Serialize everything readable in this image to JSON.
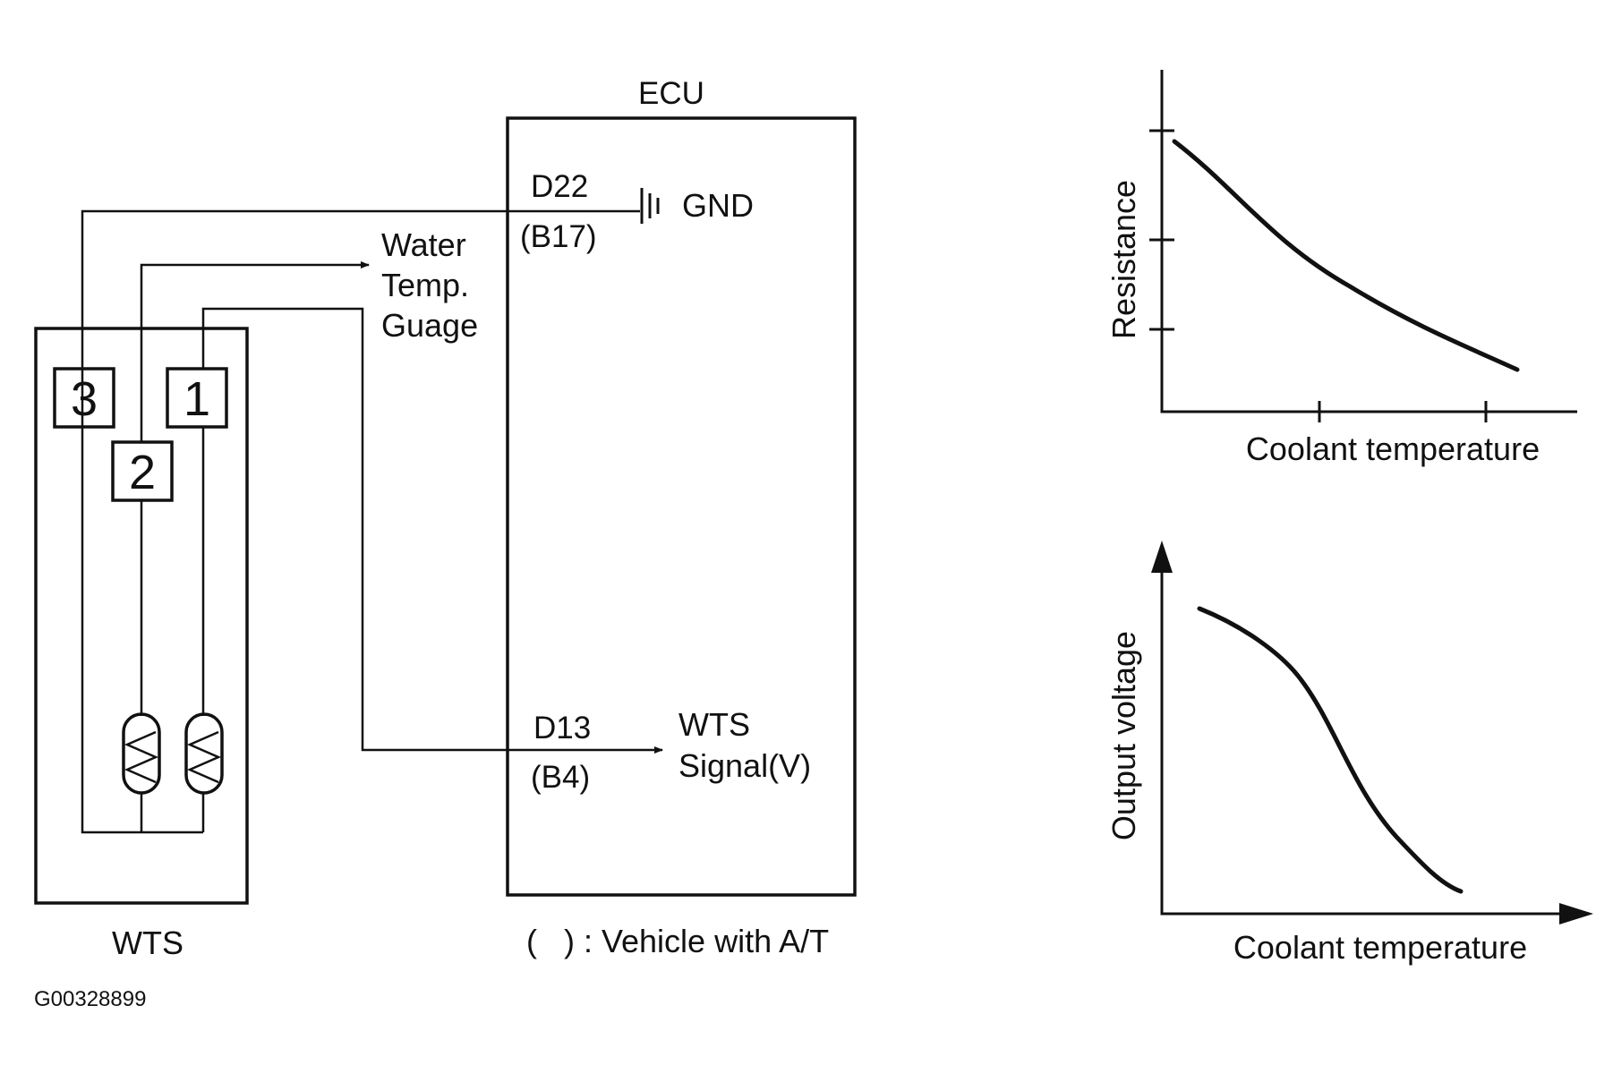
{
  "ecu": {
    "label": "ECU",
    "gnd_pin": "D22",
    "gnd_pin_at": "(B17)",
    "gnd_label": "GND",
    "signal_pin": "D13",
    "signal_pin_at": "(B4)",
    "signal_label_line1": "WTS",
    "signal_label_line2": "Signal(V)"
  },
  "gauge": {
    "line1": "Water",
    "line2": "Temp.",
    "line3": "Guage"
  },
  "sensor": {
    "label": "WTS",
    "terminals": [
      "3",
      "2",
      "1"
    ]
  },
  "note": "(   ) : Vehicle with A/T",
  "figure_id": "G00328899",
  "graph_resistance": {
    "ylabel": "Resistance",
    "xlabel": "Coolant temperature"
  },
  "graph_voltage": {
    "ylabel": "Output voltage",
    "xlabel": "Coolant temperature"
  }
}
